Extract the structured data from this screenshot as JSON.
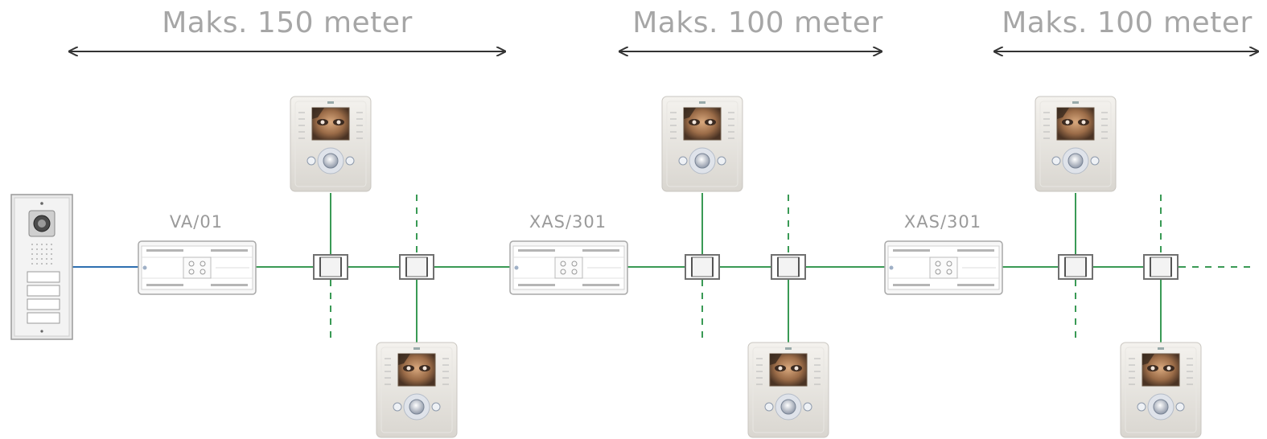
{
  "distances": [
    {
      "label": "Maks. 150 meter"
    },
    {
      "label": "Maks. 100 meter"
    },
    {
      "label": "Maks. 100 meter"
    }
  ],
  "units": [
    {
      "label": "VA/01"
    },
    {
      "label": "XAS/301"
    },
    {
      "label": "XAS/301"
    }
  ],
  "colors": {
    "bus_line": "#3a9a55",
    "panel_line": "#2e6fb0",
    "arrow": "#333333",
    "label": "#a6a6a6"
  },
  "icons": {
    "door_panel": "door-entry-panel-icon",
    "monitor": "video-monitor-icon",
    "power_supply": "din-rail-module-icon",
    "splitter": "bus-splitter-icon"
  }
}
